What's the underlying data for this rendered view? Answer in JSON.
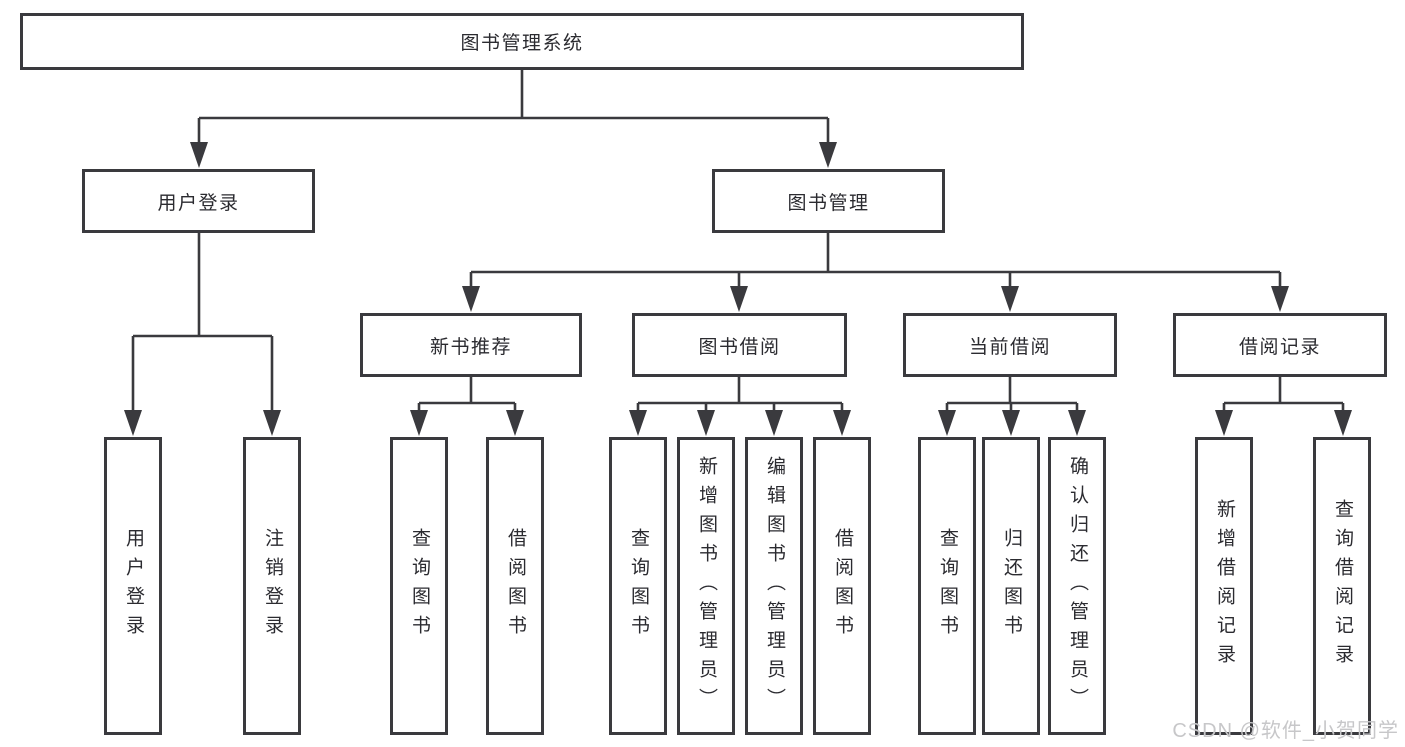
{
  "diagram": {
    "type": "tree",
    "root": {
      "label": "图书管理系统",
      "children": [
        {
          "label": "用户登录",
          "children": [
            {
              "label": "用户登录"
            },
            {
              "label": "注销登录"
            }
          ]
        },
        {
          "label": "图书管理",
          "children": [
            {
              "label": "新书推荐",
              "children": [
                {
                  "label": "查询图书"
                },
                {
                  "label": "借阅图书"
                }
              ]
            },
            {
              "label": "图书借阅",
              "children": [
                {
                  "label": "查询图书"
                },
                {
                  "label": "新增图书（管理员）"
                },
                {
                  "label": "编辑图书（管理员）"
                },
                {
                  "label": "借阅图书"
                }
              ]
            },
            {
              "label": "当前借阅",
              "children": [
                {
                  "label": "查询图书"
                },
                {
                  "label": "归还图书"
                },
                {
                  "label": "确认归还（管理员）"
                }
              ]
            },
            {
              "label": "借阅记录",
              "children": [
                {
                  "label": "新增借阅记录"
                },
                {
                  "label": "查询借阅记录"
                }
              ]
            }
          ]
        }
      ]
    }
  },
  "watermark": {
    "text": "CSDN @软件_小贺同学"
  },
  "colors": {
    "line": "#3a3a3e",
    "text": "#2b2b30",
    "watermark": "#c7c7c9",
    "background": "#ffffff"
  }
}
